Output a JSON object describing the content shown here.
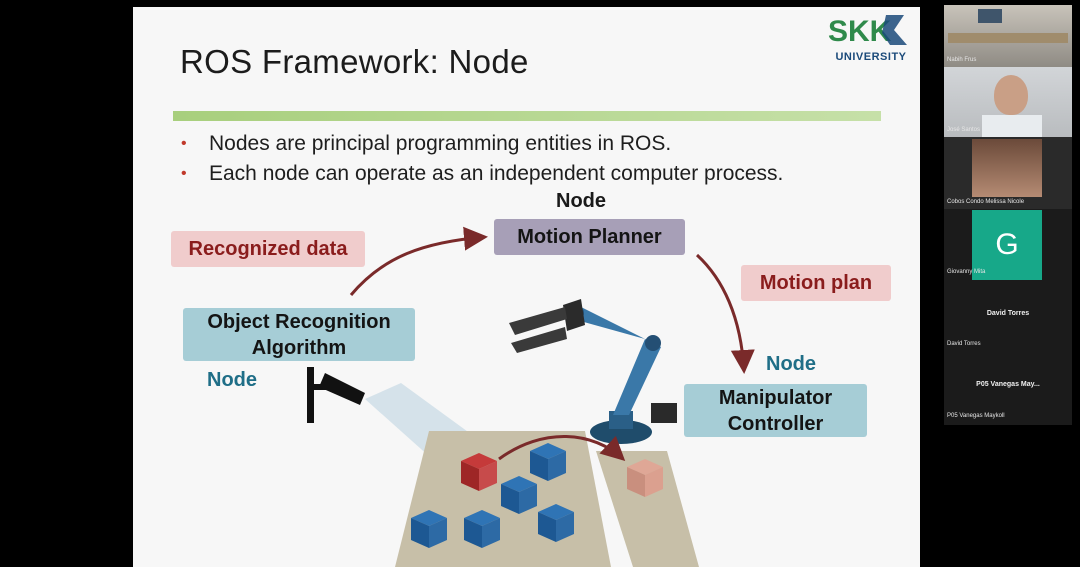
{
  "slide": {
    "title": "ROS Framework: Node",
    "logo_mark": "SKK",
    "logo_text": "UNIVERSITY",
    "bullets": [
      "Nodes are principal programming entities in ROS.",
      "Each node can operate as an independent computer process."
    ],
    "diagram": {
      "node_label_top": "Node",
      "motion_planner": "Motion Planner",
      "recognized_data": "Recognized data",
      "motion_plan": "Motion plan",
      "object_recognition_line1": "Object Recognition",
      "object_recognition_line2": "Algorithm",
      "node_label_left": "Node",
      "node_label_right": "Node",
      "manipulator_line1": "Manipulator",
      "manipulator_line2": "Controller"
    }
  },
  "participants": {
    "tiles": [
      {
        "caption": "Nabih Frus"
      },
      {
        "caption": "José Santos"
      },
      {
        "caption": "Cobos Condo Melissa Nicole"
      },
      {
        "caption": "Giovanny Mita",
        "avatar_letter": "G"
      },
      {
        "name": "David Torres",
        "caption": "David Torres"
      },
      {
        "name": "P05 Vanegas May...",
        "caption": "P05 Vanegas Maykoll"
      }
    ]
  },
  "colors": {
    "title_rule": "#a8cf7d",
    "bullet": "#c0392b",
    "motion_planner_box": "#a79fb7",
    "component_box": "#a6cdd6",
    "data_label_box": "#f0cccc",
    "node_label": "#1f6e87",
    "arrow": "#7a2a2a",
    "avatar_bg": "#17a889"
  }
}
